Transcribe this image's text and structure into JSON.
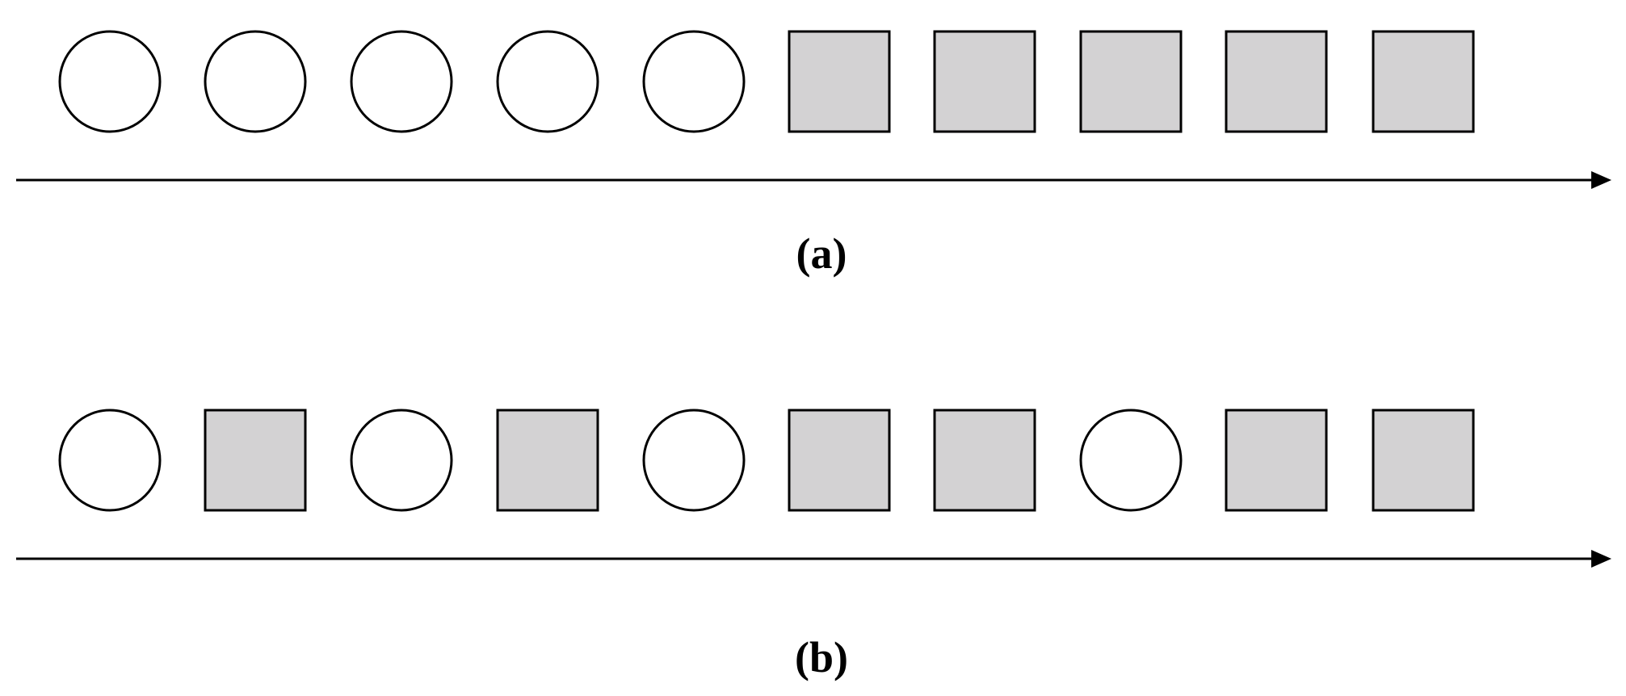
{
  "colors": {
    "circle_fill": "#ffffff",
    "square_fill": "#d3d2d3",
    "stroke": "#000000",
    "background": "#ffffff"
  },
  "panels": [
    {
      "caption": "(a)",
      "sequence": [
        "circle",
        "circle",
        "circle",
        "circle",
        "circle",
        "square",
        "square",
        "square",
        "square",
        "square"
      ]
    },
    {
      "caption": "(b)",
      "sequence": [
        "circle",
        "square",
        "circle",
        "square",
        "circle",
        "square",
        "square",
        "circle",
        "square",
        "square"
      ]
    }
  ]
}
